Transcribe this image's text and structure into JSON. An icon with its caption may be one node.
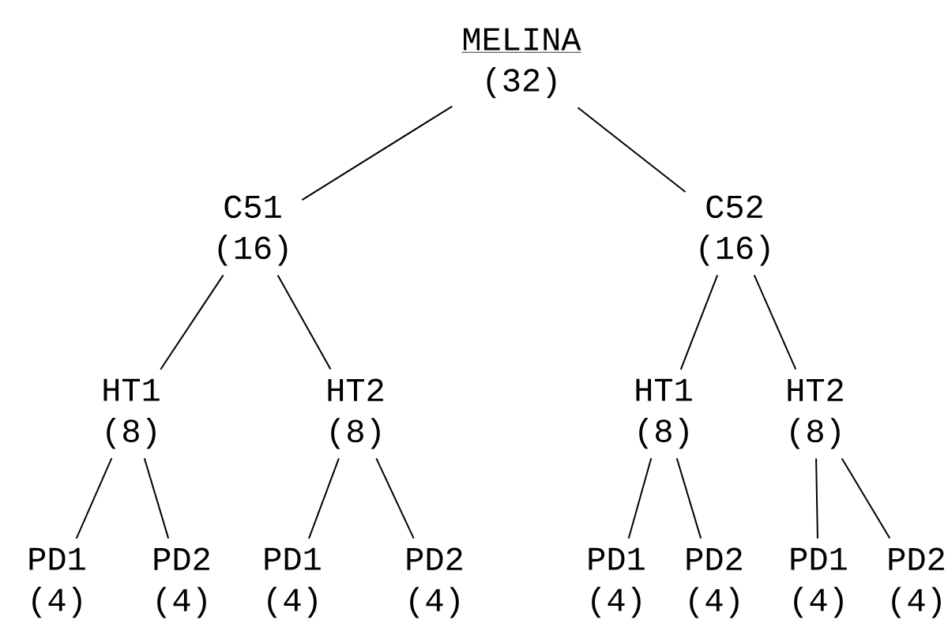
{
  "diagram": {
    "nodes": [
      {
        "text": [
          "MELINA",
          "(32)"
        ]
      },
      {
        "text": [
          "C51",
          "(16)"
        ]
      },
      {
        "text": [
          "C52",
          "(16)"
        ]
      },
      {
        "text": [
          "HT1",
          "(8)"
        ]
      },
      {
        "text": [
          "HT2",
          "(8)"
        ]
      },
      {
        "text": [
          "HT1",
          "(8)"
        ]
      },
      {
        "text": [
          "HT2",
          "(8)"
        ]
      },
      {
        "text": [
          "PD1",
          "(4)"
        ]
      },
      {
        "text": [
          "PD2",
          "(4)"
        ]
      },
      {
        "text": [
          "PD1",
          "(4)"
        ]
      },
      {
        "text": [
          "PD2",
          "(4)"
        ]
      },
      {
        "text": [
          "PD1",
          "(4)"
        ]
      },
      {
        "text": [
          "PD2",
          "(4)"
        ]
      },
      {
        "text": [
          "PD1",
          "(4)"
        ]
      },
      {
        "text": [
          "PD2",
          "(4)"
        ]
      }
    ],
    "edges": [
      {
        "from": 0,
        "to": 1,
        "arrow": "none"
      },
      {
        "from": 0,
        "to": 2,
        "arrow": "none"
      },
      {
        "from": 1,
        "to": 3,
        "arrow": "none"
      },
      {
        "from": 1,
        "to": 4,
        "arrow": "none"
      },
      {
        "from": 2,
        "to": 5,
        "arrow": "none"
      },
      {
        "from": 2,
        "to": 6,
        "arrow": "none"
      },
      {
        "from": 3,
        "to": 7,
        "arrow": "none"
      },
      {
        "from": 3,
        "to": 8,
        "arrow": "none"
      },
      {
        "from": 4,
        "to": 9,
        "arrow": "none"
      },
      {
        "from": 4,
        "to": 10,
        "arrow": "none"
      },
      {
        "from": 5,
        "to": 11,
        "arrow": "none"
      },
      {
        "from": 5,
        "to": 12,
        "arrow": "none"
      },
      {
        "from": 6,
        "to": 13,
        "arrow": "none"
      },
      {
        "from": 6,
        "to": 14,
        "arrow": "none"
      }
    ]
  }
}
